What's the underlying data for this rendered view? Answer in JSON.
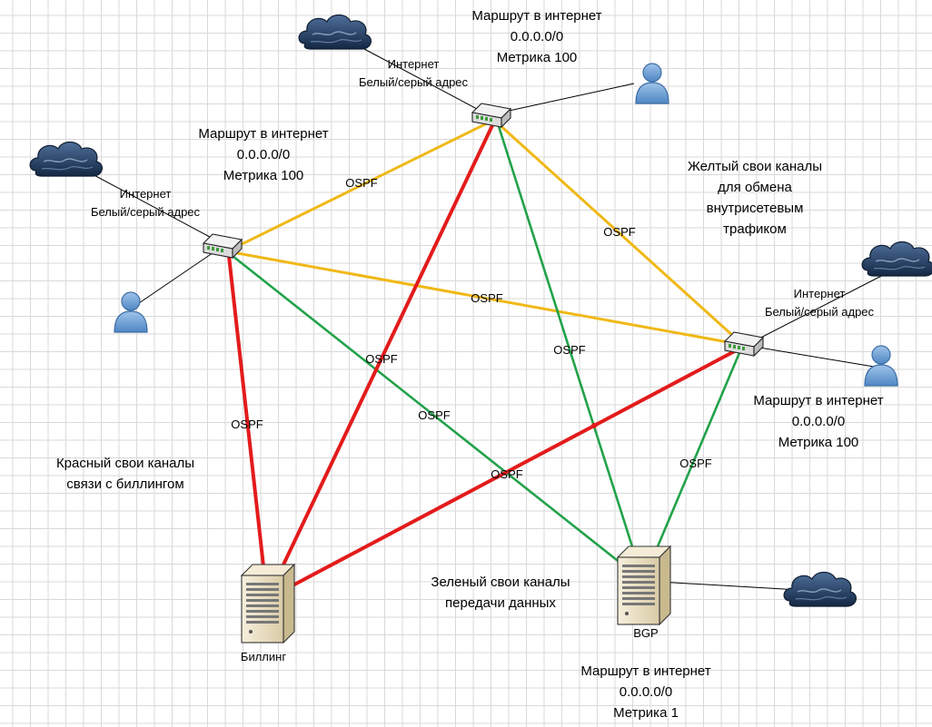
{
  "colors": {
    "billing_link": "#e31b1b",
    "data_link": "#22a24a",
    "internal_link": "#f0b815",
    "lan_link": "#000000"
  },
  "nodes": {
    "router_top": {
      "icon": "router-icon"
    },
    "router_left": {
      "icon": "router-icon"
    },
    "router_right": {
      "icon": "router-icon"
    },
    "billing_server": {
      "icon": "server-icon",
      "label": "Биллинг"
    },
    "bgp_server": {
      "icon": "server-icon",
      "label": "BGP"
    },
    "cloud_top": {
      "icon": "cloud-icon"
    },
    "cloud_left": {
      "icon": "cloud-icon"
    },
    "cloud_right": {
      "icon": "cloud-icon"
    },
    "cloud_bottom": {
      "icon": "cloud-icon"
    },
    "user_top": {
      "icon": "user-icon"
    },
    "user_left": {
      "icon": "user-icon"
    },
    "user_right": {
      "icon": "user-icon"
    }
  },
  "link_label": "OSPF",
  "internet_labels": {
    "top": [
      "Интернет",
      "Белый/серый адрес"
    ],
    "left": [
      "Интернет",
      "Белый/серый адрес"
    ],
    "right": [
      "Интернет",
      "Белый/серый адрес"
    ]
  },
  "routes": {
    "top": [
      "Маршрут в интернет",
      "0.0.0.0/0",
      "Метрика 100"
    ],
    "left": [
      "Маршрут в интернет",
      "0.0.0.0/0",
      "Метрика 100"
    ],
    "right": [
      "Маршрут в интернет",
      "0.0.0.0/0",
      "Метрика 100"
    ],
    "bottom": [
      "Маршрут в интернет",
      "0.0.0.0/0",
      "Метрика 1"
    ]
  },
  "legend": {
    "yellow": [
      "Желтый свои каналы",
      "для обмена",
      "внутрисетевым",
      "трафиком"
    ],
    "red": [
      "Красный свои каналы",
      "связи с биллингом"
    ],
    "green": [
      "Зеленый свои каналы",
      "передачи данных"
    ]
  }
}
